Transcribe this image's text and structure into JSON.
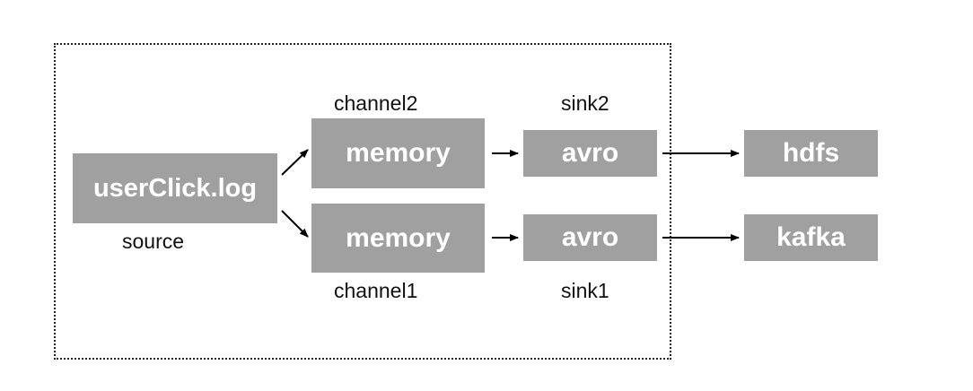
{
  "diagram": {
    "source": {
      "box_label": "userClick.log",
      "caption": "source"
    },
    "channels": [
      {
        "box_label": "memory",
        "caption": "channel2"
      },
      {
        "box_label": "memory",
        "caption": "channel1"
      }
    ],
    "sinks": [
      {
        "box_label": "avro",
        "caption": "sink2"
      },
      {
        "box_label": "avro",
        "caption": "sink1"
      }
    ],
    "destinations": [
      {
        "box_label": "hdfs"
      },
      {
        "box_label": "kafka"
      }
    ]
  },
  "colors": {
    "box_fill": "#a0a0a0",
    "box_text": "#ffffff",
    "caption_text": "#111111",
    "frame_border": "#222222",
    "arrow": "#000000"
  }
}
